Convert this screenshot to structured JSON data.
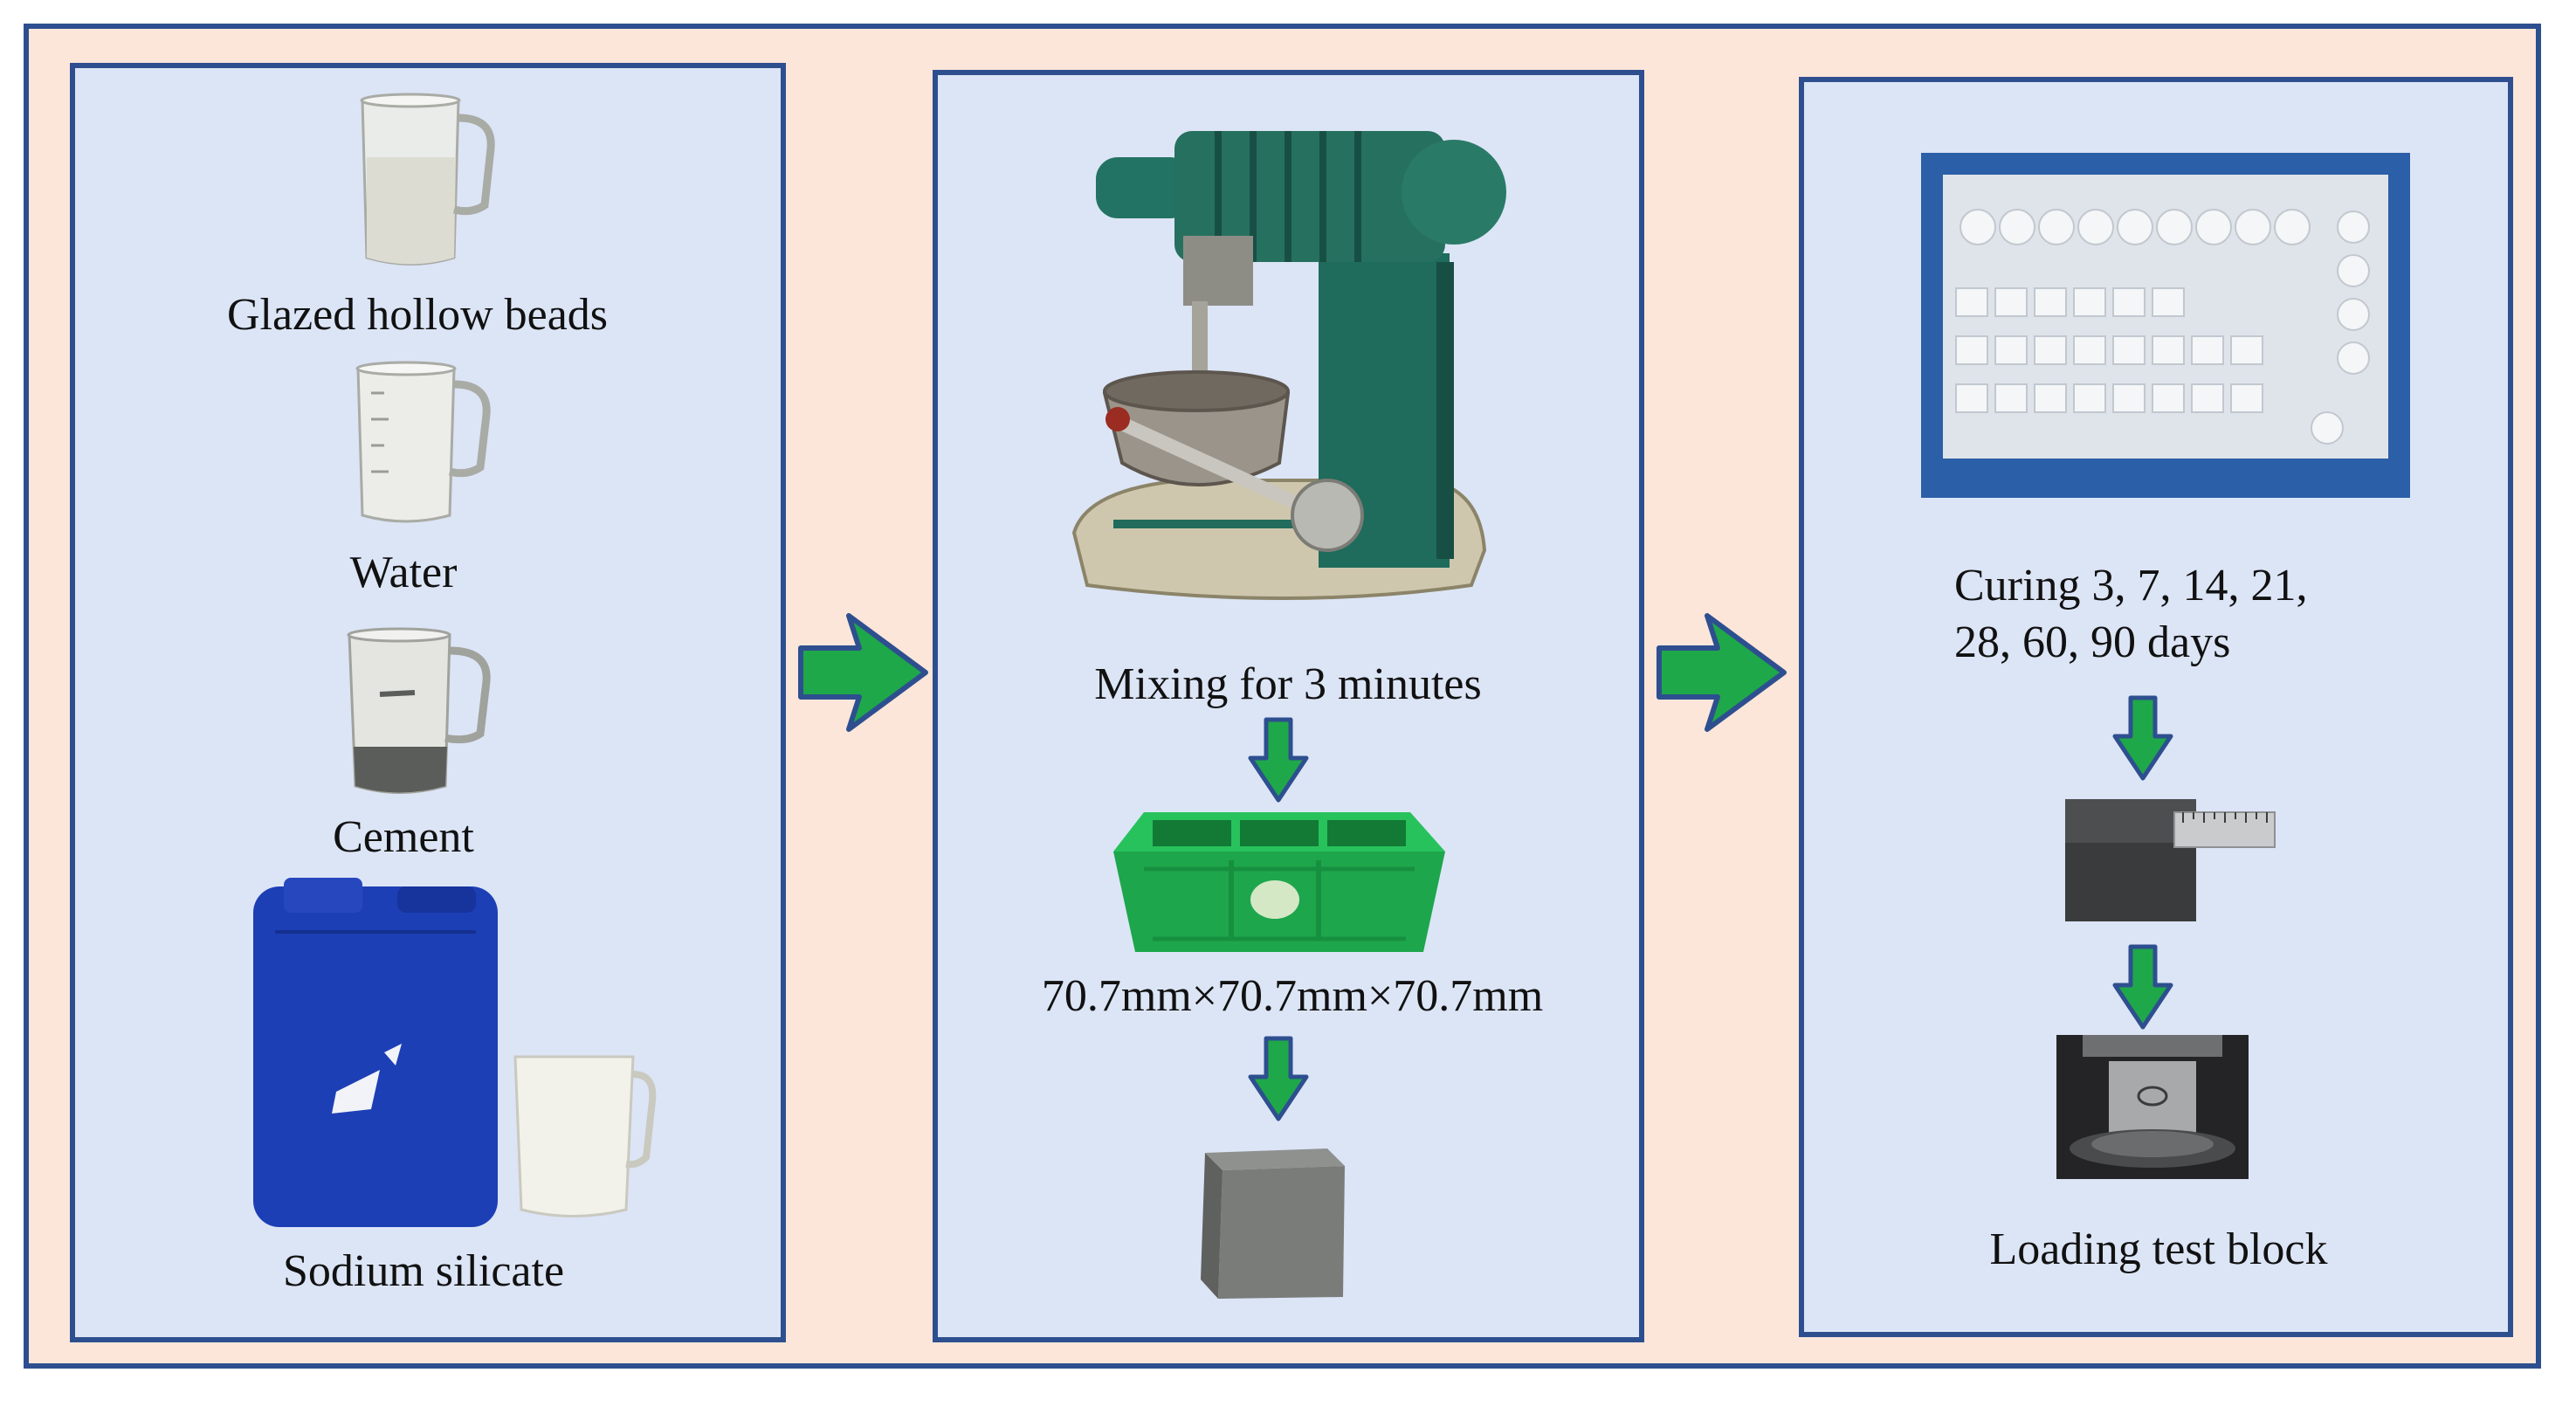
{
  "materials": {
    "beads": "Glazed hollow beads",
    "water": "Water",
    "cement": "Cement",
    "silicate": "Sodium silicate"
  },
  "mixing": {
    "label": "Mixing for 3 minutes",
    "mold_size": "70.7mm×70.7mm×70.7mm"
  },
  "testing": {
    "curing_line1": "Curing 3, 7, 14, 21,",
    "curing_line2": "28, 60, 90 days",
    "loading": "Loading test block"
  },
  "colors": {
    "frame_border": "#2e4f8f",
    "outer_fill": "#fce6da",
    "panel_fill": "#dce5f6",
    "arrow_fill": "#1fa84a"
  }
}
